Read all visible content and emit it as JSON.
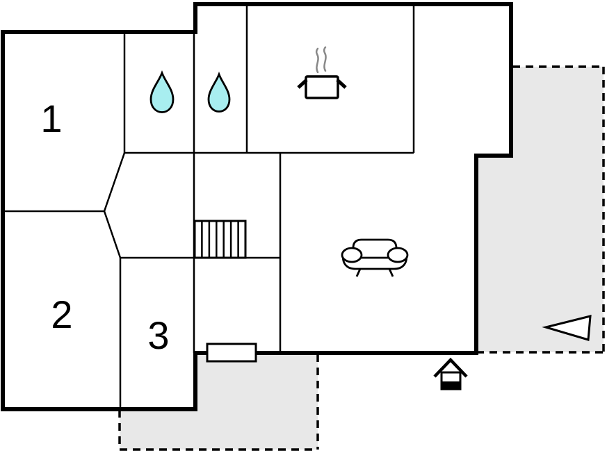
{
  "plan": {
    "type": "floor-plan",
    "rooms": [
      {
        "id": "room-1",
        "label": "1"
      },
      {
        "id": "room-2",
        "label": "2"
      },
      {
        "id": "room-3",
        "label": "3"
      }
    ],
    "fixtures": [
      {
        "name": "water-drop-icon",
        "meaning": "bathroom",
        "count": 2
      },
      {
        "name": "cooking-pot-icon",
        "meaning": "kitchen",
        "count": 1
      },
      {
        "name": "sofa-icon",
        "meaning": "living room",
        "count": 1
      },
      {
        "name": "stairs",
        "count": 1
      },
      {
        "name": "window-door-marker",
        "count": 1
      },
      {
        "name": "direction-arrow-icon",
        "count": 1
      },
      {
        "name": "house-entrance-icon",
        "count": 1
      },
      {
        "name": "terrace-area",
        "count": 2
      }
    ],
    "colors": {
      "wall": "#000000",
      "terrace_fill": "#e8e8e8",
      "water_drop_fill": "#a8eef0",
      "steam": "#888888",
      "background": "#ffffff"
    }
  }
}
